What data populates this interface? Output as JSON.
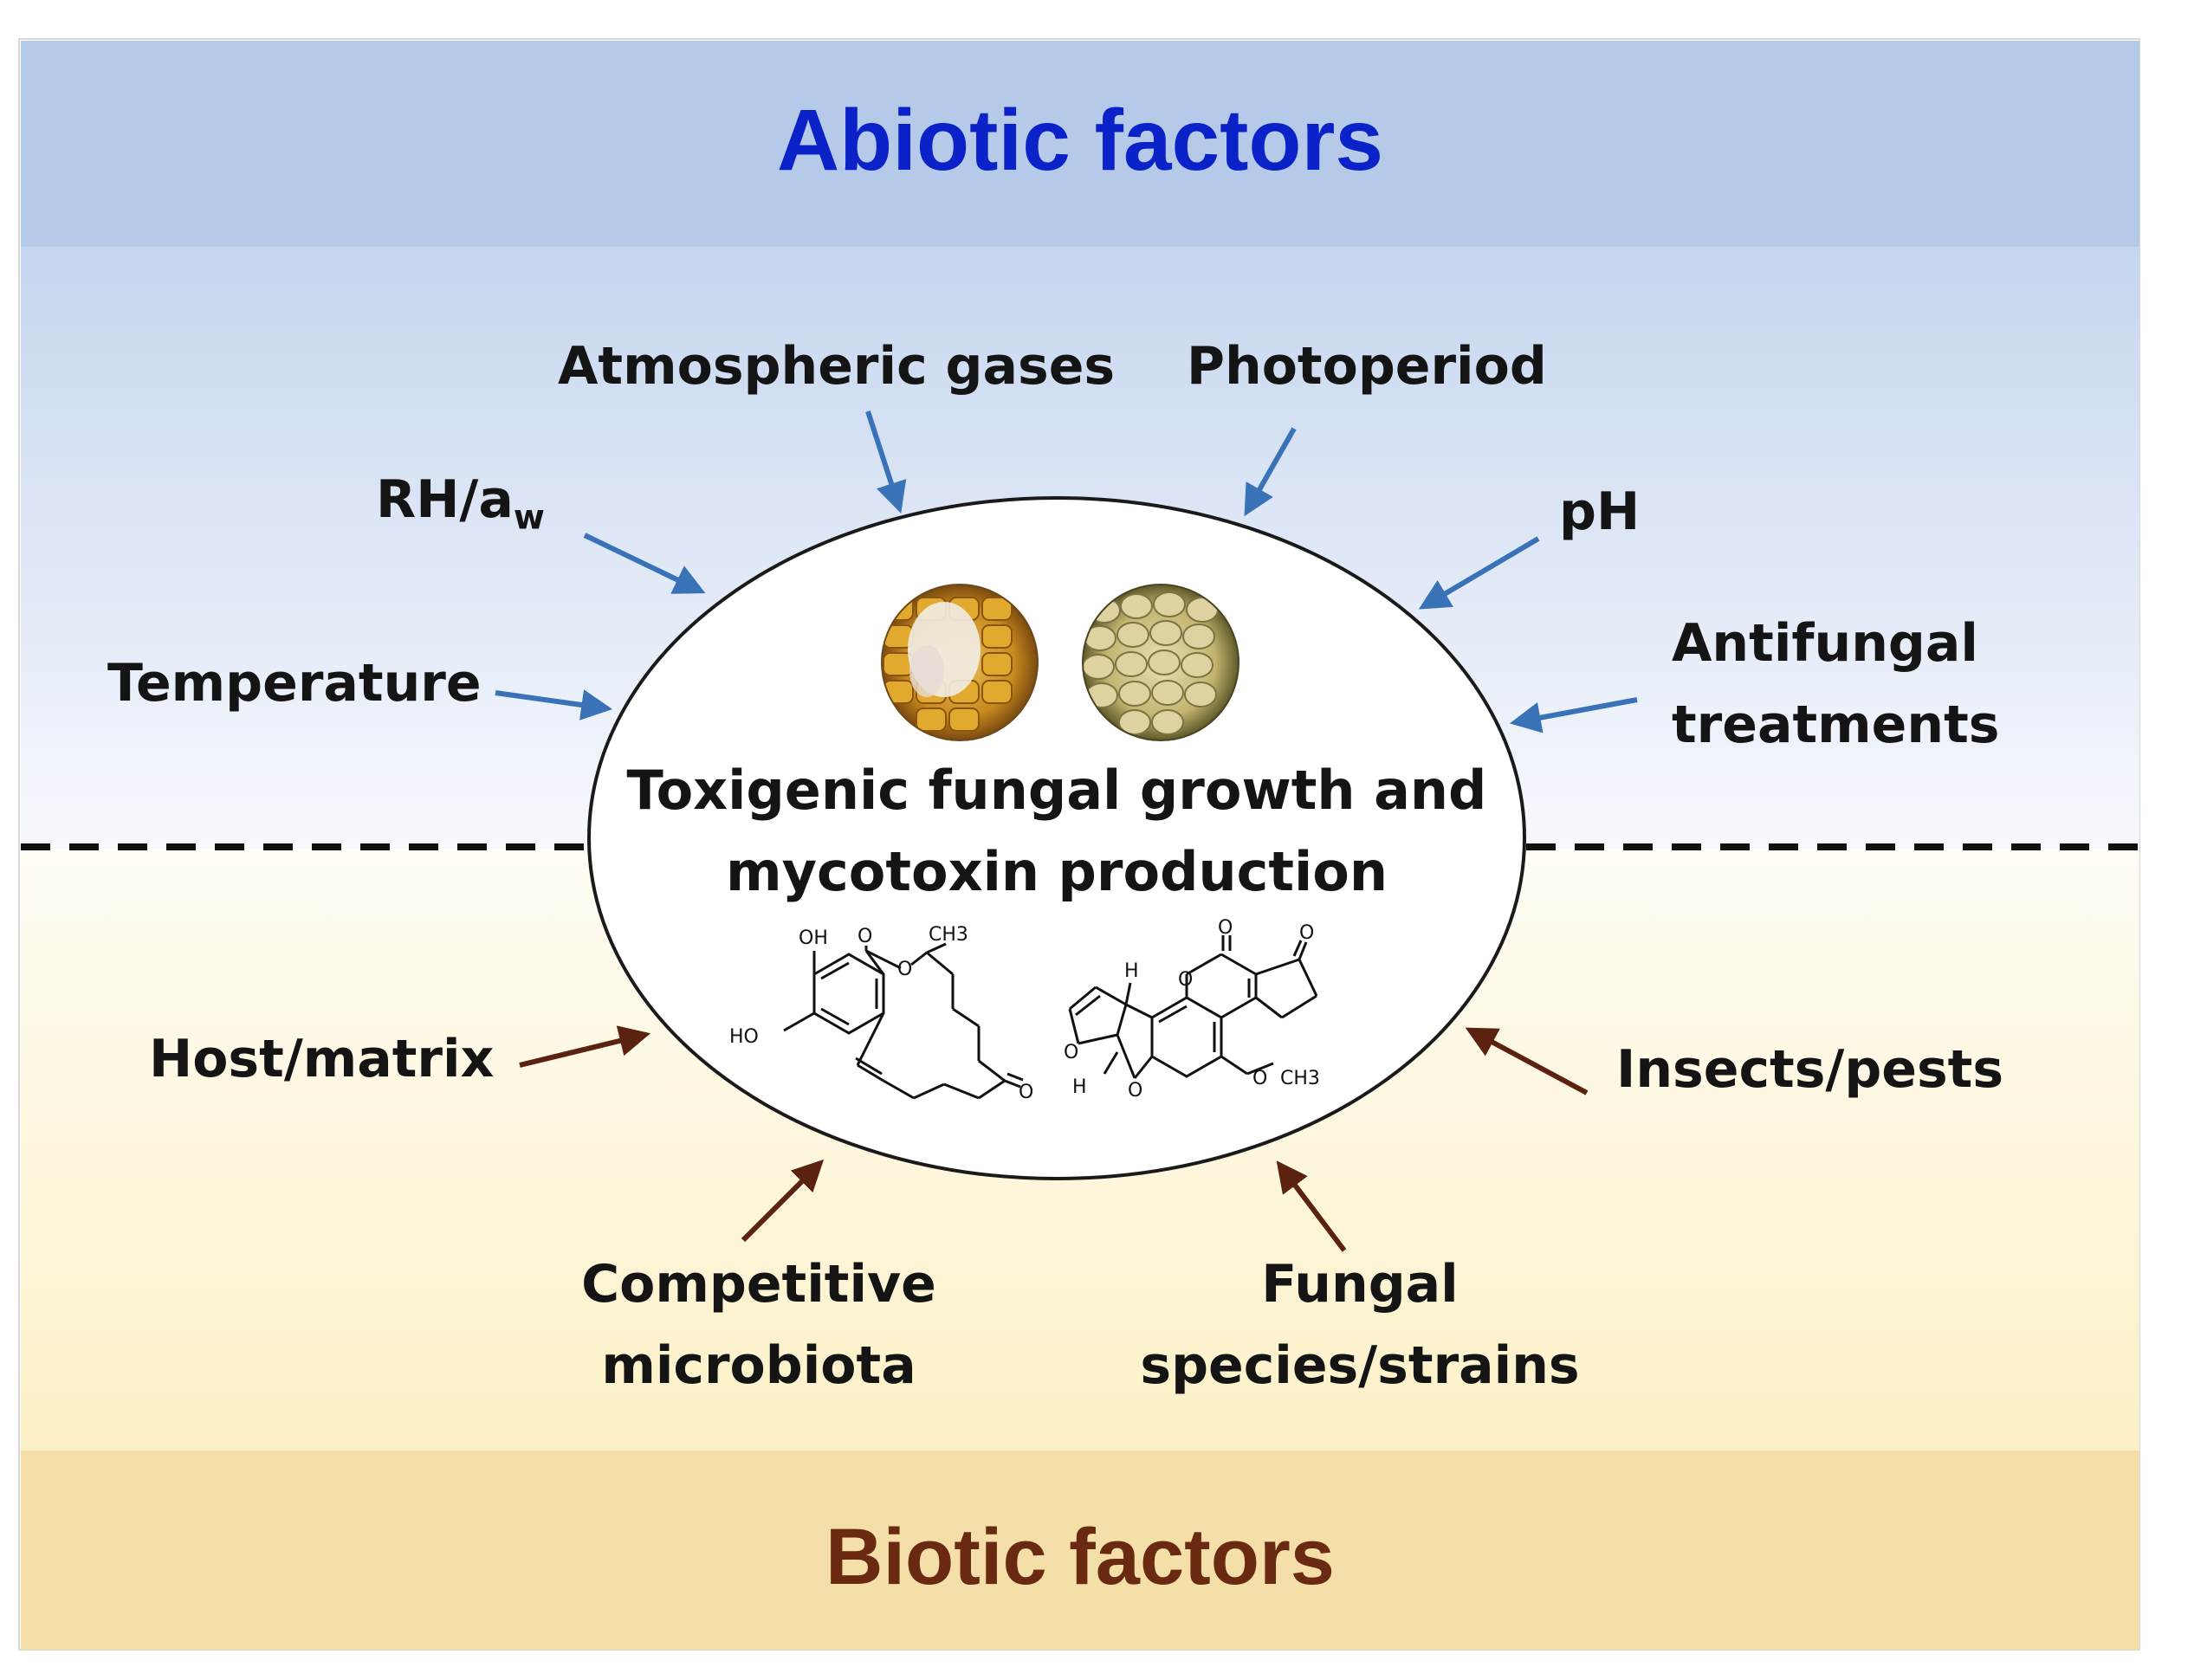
{
  "abiotic_header": "Abiotic factors",
  "biotic_header": "Biotic factors",
  "center": {
    "line1": "Toxigenic fungal growth and",
    "line2": "mycotoxin production"
  },
  "abiotic_labels": {
    "atmospheric_gases": "Atmospheric gases",
    "photoperiod": "Photoperiod",
    "rh_main": "RH/a",
    "rh_sub": "w",
    "ph": "pH",
    "temperature": "Temperature",
    "antifungal_line1": "Antifungal",
    "antifungal_line2": "treatments"
  },
  "biotic_labels": {
    "host_matrix": "Host/matrix",
    "insects_pests": "Insects/pests",
    "competitive_line1": "Competitive",
    "competitive_line2": "microbiota",
    "fungal_line1": "Fungal",
    "fungal_line2": "species/strains"
  },
  "molecule_labels": {
    "oh": "OH",
    "o": "O",
    "ch3": "CH3",
    "ho": "HO",
    "h": "H",
    "och3": "CH3"
  },
  "colors": {
    "abiotic_header_text": "#0b22c8",
    "biotic_header_text": "#6a2a12",
    "abiotic_arrow": "#3a72b8",
    "biotic_arrow": "#5c2210",
    "top_band": "#b5c9e8",
    "bottom_band": "#f5dfa8"
  }
}
